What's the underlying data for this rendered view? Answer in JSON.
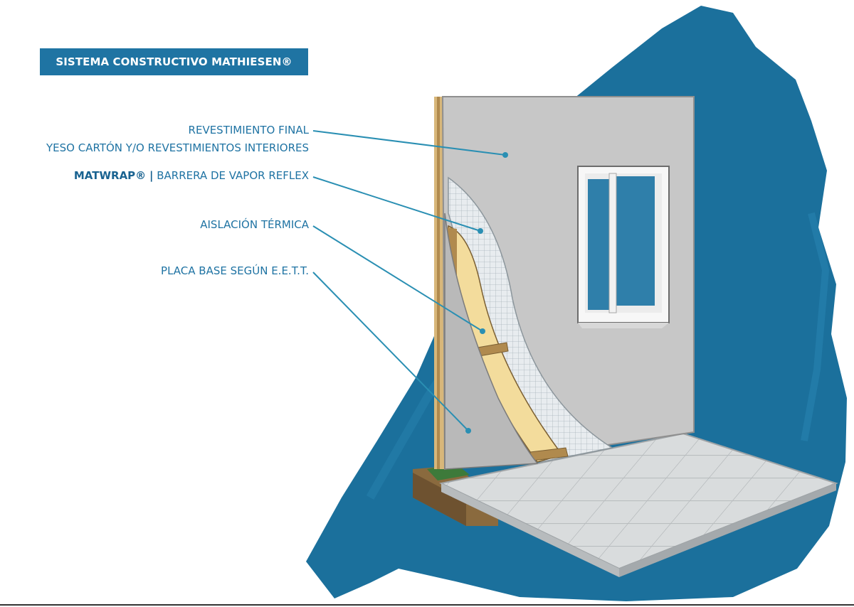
{
  "title": "SISTEMA CONSTRUCTIVO MATHIESEN®",
  "labels": {
    "revestimiento_line1": "REVESTIMIENTO FINAL",
    "revestimiento_line2": "YESO CARTÓN Y/O REVESTIMIENTOS INTERIORES",
    "matwrap_brand": "MATWRAP®",
    "matwrap_separator": "|",
    "matwrap_text": "BARRERA DE VAPOR REFLEX",
    "aislacion": "AISLACIÓN TÉRMICA",
    "placa_base": "PLACA BASE SEGÚN E.E.T.T."
  },
  "colors": {
    "accent_blue": "#1f74a3",
    "splash_blue": "#1b709c",
    "leader_teal": "#2a8fb3",
    "insulation_yellow": "#f3dc9c",
    "wall_gray": "#c7c7c7"
  }
}
